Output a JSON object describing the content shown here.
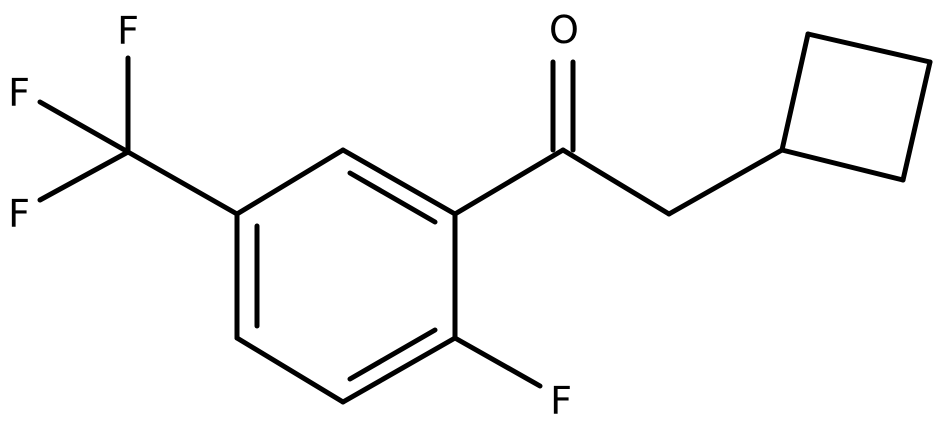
{
  "molecule": {
    "atoms": {
      "oxygen": "O",
      "fluorine_aryl": "F",
      "fluorine_cf3_top": "F",
      "fluorine_cf3_left": "F",
      "fluorine_cf3_bottom": "F"
    },
    "colors": {
      "bond": "#000000",
      "label": "#000000",
      "background": "#ffffff"
    }
  }
}
